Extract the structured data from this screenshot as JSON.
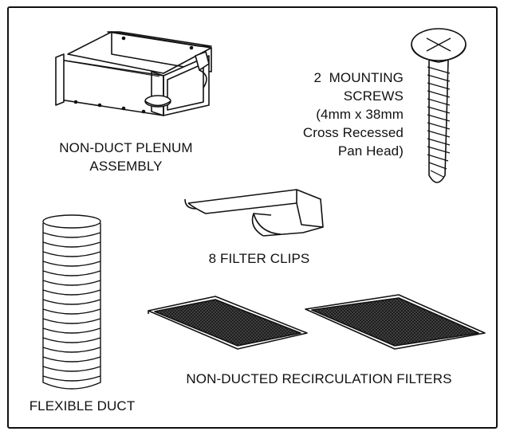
{
  "parts": {
    "plenum": {
      "line1": "NON-DUCT PLENUM",
      "line2": "ASSEMBLY"
    },
    "screws": {
      "line1": "2  MOUNTING",
      "line2": "SCREWS",
      "line3": "(4mm x 38mm",
      "line4": "Cross Recessed",
      "line5": "Pan Head)"
    },
    "clips": {
      "label": "8 FILTER CLIPS"
    },
    "duct": {
      "label": "FLEXIBLE DUCT"
    },
    "filters": {
      "label": "NON-DUCTED RECIRCULATION FILTERS"
    }
  },
  "colors": {
    "line": "#111111",
    "filter_mesh": "#1a1a1a"
  },
  "icons": [
    "plenum-assembly-icon",
    "mounting-screw-icon",
    "filter-clip-icon",
    "flexible-duct-icon",
    "recirculation-filter-icon"
  ]
}
